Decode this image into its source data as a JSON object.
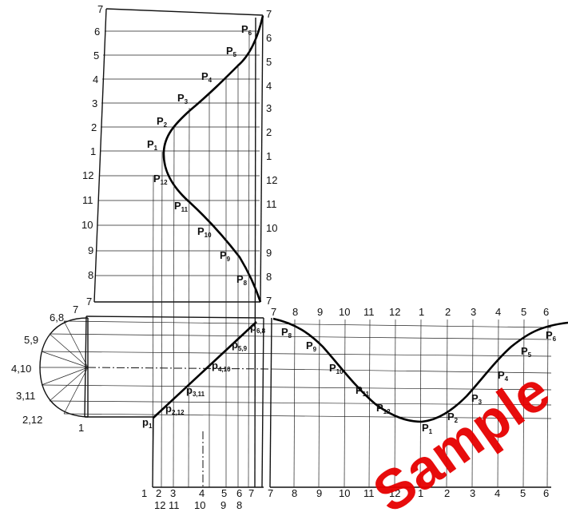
{
  "vertical_labels": {
    "left": [
      "7",
      "6",
      "5",
      "4",
      "3",
      "2",
      "1",
      "12",
      "11",
      "10",
      "9",
      "8",
      "7"
    ],
    "right": [
      "7",
      "6",
      "5",
      "4",
      "3",
      "2",
      "1",
      "12",
      "11",
      "10",
      "9",
      "8",
      "7"
    ]
  },
  "upper_curve_labels": [
    {
      "base": "P",
      "sub": "1"
    },
    {
      "base": "P",
      "sub": "2"
    },
    {
      "base": "P",
      "sub": "3"
    },
    {
      "base": "P",
      "sub": "4"
    },
    {
      "base": "P",
      "sub": "5"
    },
    {
      "base": "P",
      "sub": "6"
    },
    {
      "base": "P",
      "sub": "12"
    },
    {
      "base": "P",
      "sub": "11"
    },
    {
      "base": "P",
      "sub": "10"
    },
    {
      "base": "P",
      "sub": "9"
    },
    {
      "base": "P",
      "sub": "8"
    }
  ],
  "semicircle_labels": [
    "6,8",
    "7",
    "5,9",
    "4,10",
    "3,11",
    "2,12",
    "1"
  ],
  "diagonal_labels": [
    {
      "base": "p",
      "sub": "1"
    },
    {
      "base": "p",
      "sub": "2,12"
    },
    {
      "base": "p",
      "sub": "3,11"
    },
    {
      "base": "p",
      "sub": "4,10"
    },
    {
      "base": "p",
      "sub": "5,9"
    },
    {
      "base": "p",
      "sub": "6,8"
    }
  ],
  "bottom_left_labels": {
    "top": [
      "1",
      "2",
      "3",
      "4",
      "5",
      "6",
      "7"
    ],
    "bottom": [
      "12",
      "11",
      "10",
      "9",
      "8"
    ]
  },
  "development_top_labels": [
    "7",
    "8",
    "9",
    "10",
    "11",
    "12",
    "1",
    "2",
    "3",
    "4",
    "5",
    "6"
  ],
  "development_bottom_labels": [
    "7",
    "8",
    "9",
    "10",
    "11",
    "12",
    "1",
    "2",
    "3",
    "4",
    "5",
    "6"
  ],
  "development_curve_labels": [
    {
      "base": "P",
      "sub": "8"
    },
    {
      "base": "P",
      "sub": "9"
    },
    {
      "base": "P",
      "sub": "10"
    },
    {
      "base": "P",
      "sub": "11"
    },
    {
      "base": "P",
      "sub": "12"
    },
    {
      "base": "P",
      "sub": "1"
    },
    {
      "base": "P",
      "sub": "2"
    },
    {
      "base": "P",
      "sub": "3"
    },
    {
      "base": "P",
      "sub": "4"
    },
    {
      "base": "P",
      "sub": "5"
    },
    {
      "base": "P",
      "sub": "6"
    }
  ],
  "watermark": "Sample",
  "colors": {
    "line": "#000000",
    "watermark": "#e60000"
  }
}
